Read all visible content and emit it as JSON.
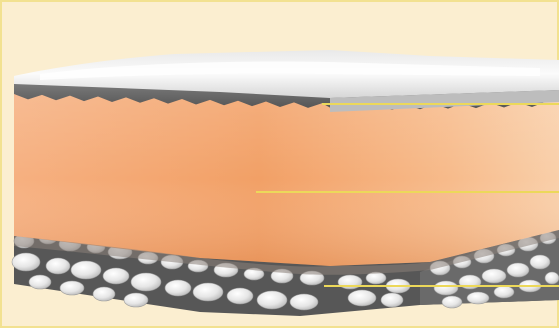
{
  "diagram": {
    "type": "skin-layer-cross-section",
    "layers": [
      "top-white-layer",
      "orange-middle-layer",
      "bottom-cellular-layer"
    ],
    "leader_lines": 3
  },
  "colors": {
    "background": "#fbeed0",
    "frame_border": "#f2e190",
    "top_layer_face": "#f7f7f7",
    "top_layer_shade": "#d9d9d9",
    "grey_membrane": "#6e6e6e",
    "grey_membrane_dark": "#4f4f4f",
    "middle_layer_light": "#f8c49a",
    "middle_layer_mid": "#f4a46c",
    "middle_layer_dark": "#e88c4e",
    "cell_fill": "#e3e3e3",
    "cell_highlight": "#ffffff",
    "leader_line": "#ecd85a"
  }
}
